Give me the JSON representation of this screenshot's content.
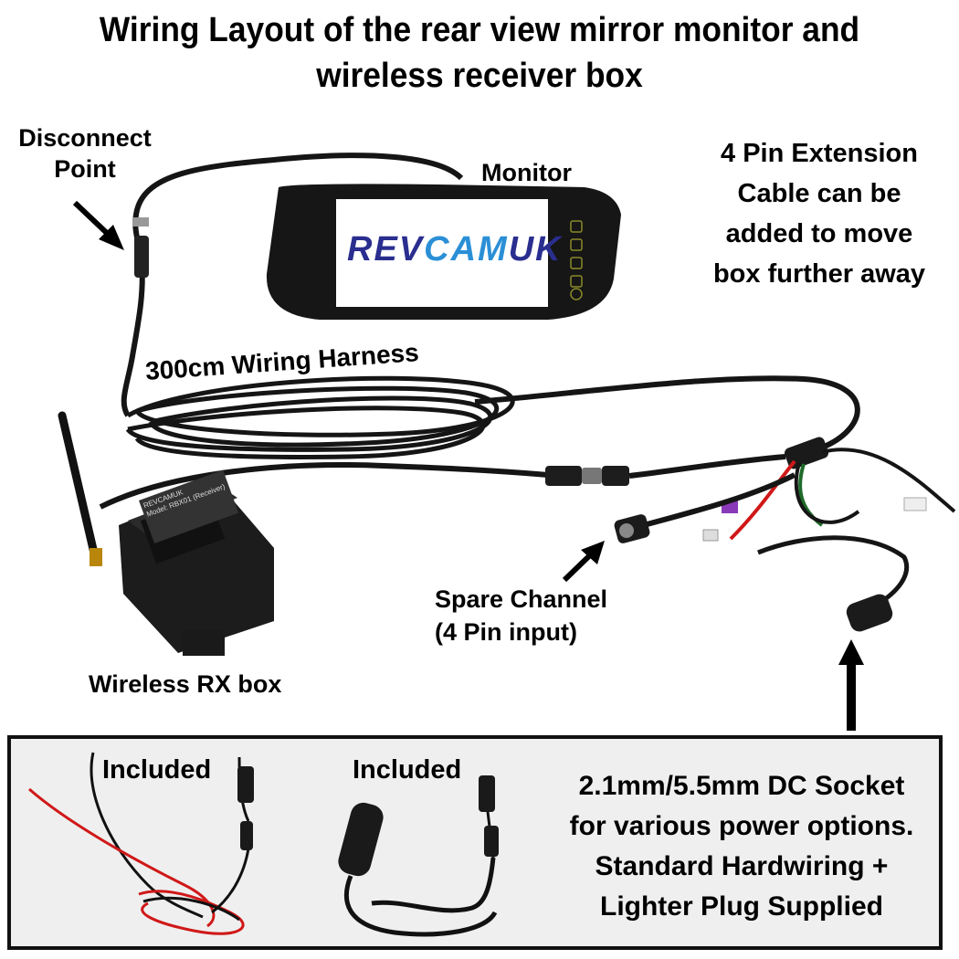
{
  "title": {
    "line1": "Wiring Layout of the rear view mirror monitor and",
    "line2": "wireless receiver box"
  },
  "labels": {
    "disconnect_line1": "Disconnect",
    "disconnect_line2": "Point",
    "monitor": "Monitor",
    "extension_line1": "4 Pin Extension",
    "extension_line2": "Cable can be",
    "extension_line3": "added to move",
    "extension_line4": "box further away",
    "harness": "300cm Wiring Harness",
    "spare_line1": "Spare Channel",
    "spare_line2": "(4 Pin input)",
    "rx_box": "Wireless RX box"
  },
  "monitor_screen": {
    "brand_part1": "REV",
    "brand_part2": "CAM",
    "brand_part3": "UK"
  },
  "rx_box_sticker": {
    "brand": "REVCAMUK",
    "model": "Model: RBX01 (Receiver)"
  },
  "panel": {
    "included_1": "Included",
    "included_2": "Included",
    "dc_line1": "2.1mm/5.5mm DC Socket",
    "dc_line2": "for various power options.",
    "dc_line3": "Standard Hardwiring +",
    "dc_line4": "Lighter Plug Supplied"
  },
  "colors": {
    "cable": "#151515",
    "brand_dark": "#2a2e8f",
    "brand_light": "#2b8fd6",
    "wire_red": "#d01818",
    "panel_bg": "#efefef"
  }
}
